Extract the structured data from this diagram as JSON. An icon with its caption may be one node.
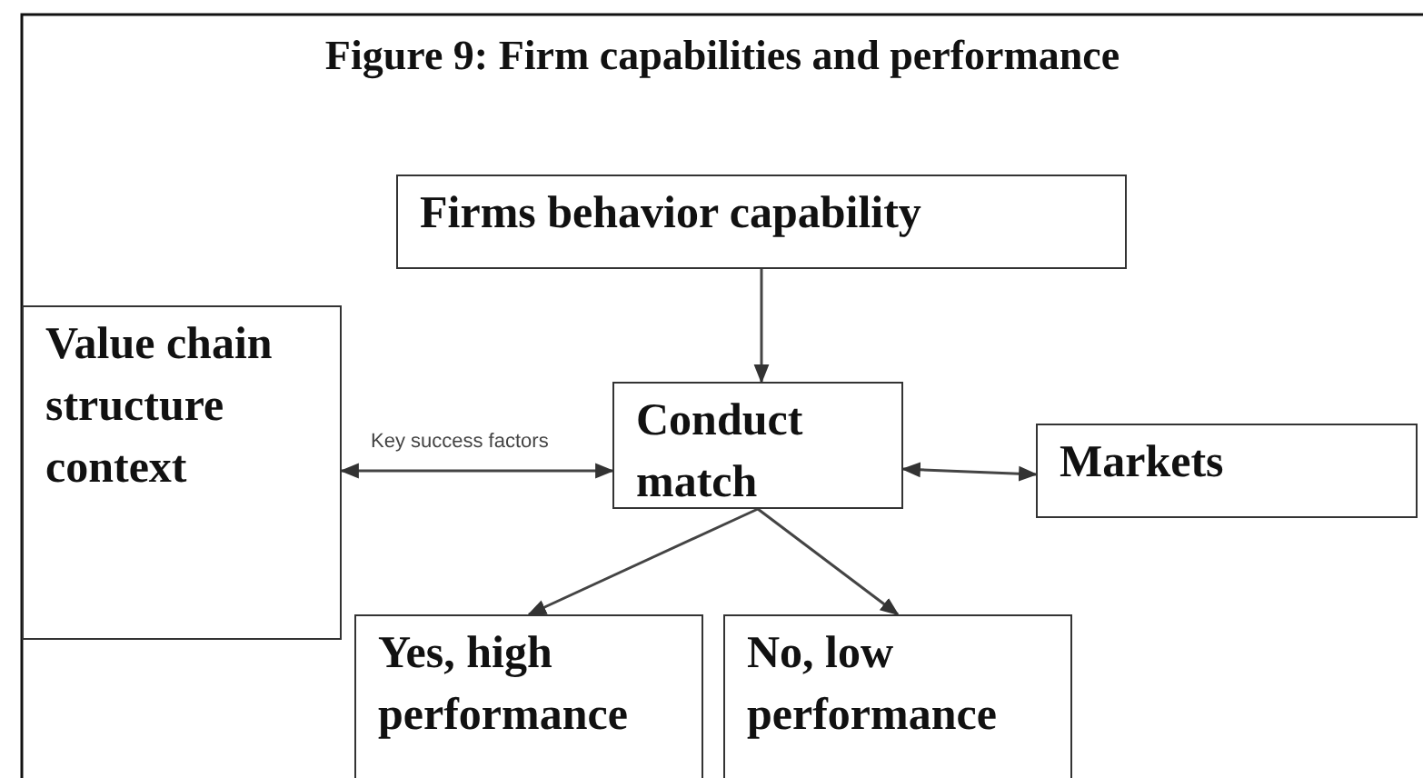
{
  "diagram": {
    "title": "Figure 9: Firm capabilities and performance",
    "nodes": [
      {
        "text": [
          "Firms behavior capability"
        ]
      },
      {
        "text": [
          "Value chain structure context"
        ]
      },
      {
        "text": [
          "Conduct match"
        ]
      },
      {
        "text": [
          "Markets"
        ]
      },
      {
        "text": [
          "Yes, high performance"
        ]
      },
      {
        "text": [
          "No, low performance"
        ]
      }
    ],
    "edges": [
      {
        "from": 0,
        "to": 2,
        "arrow": "to"
      },
      {
        "from": 1,
        "to": 2,
        "arrow": "both",
        "label": "Key success factors"
      },
      {
        "from": 2,
        "to": 3,
        "arrow": "both"
      },
      {
        "from": 2,
        "to": 4,
        "arrow": "to"
      },
      {
        "from": 2,
        "to": 5,
        "arrow": "to"
      }
    ]
  }
}
